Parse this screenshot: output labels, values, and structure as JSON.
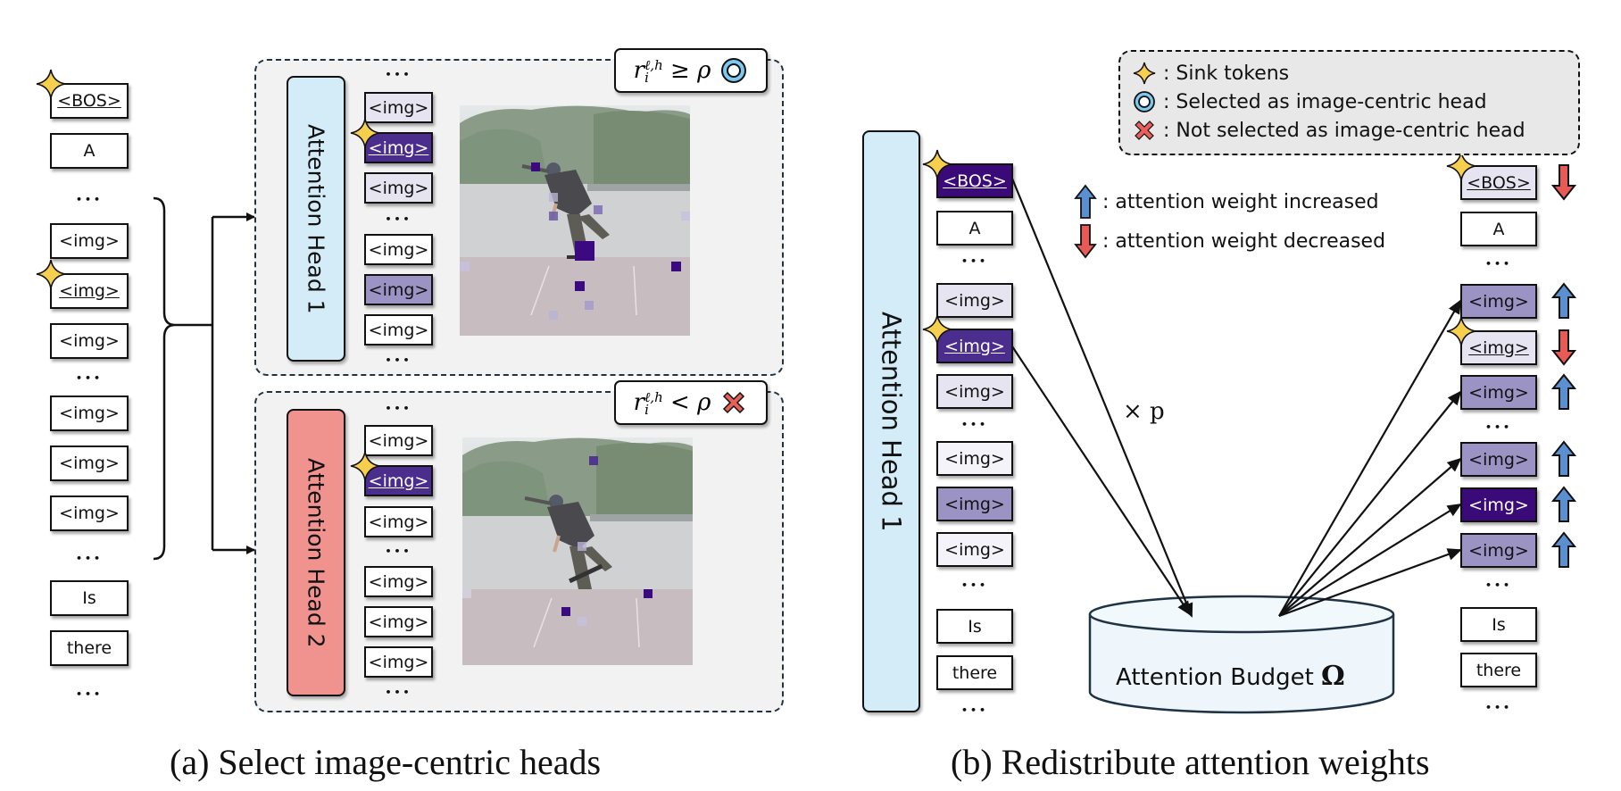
{
  "panel_a": {
    "caption": "(a) Select image-centric heads",
    "input_tokens": [
      {
        "type": "token",
        "label": "<BOS>",
        "sink": true
      },
      {
        "type": "token",
        "label": "A"
      },
      {
        "type": "dots",
        "label": "..."
      },
      {
        "type": "token",
        "label": "<img>"
      },
      {
        "type": "token",
        "label": "<img>",
        "sink": true
      },
      {
        "type": "token",
        "label": "<img>"
      },
      {
        "type": "dots",
        "label": "..."
      },
      {
        "type": "token",
        "label": "<img>"
      },
      {
        "type": "token",
        "label": "<img>"
      },
      {
        "type": "token",
        "label": "<img>"
      },
      {
        "type": "dots",
        "label": "..."
      },
      {
        "type": "token",
        "label": "Is"
      },
      {
        "type": "token",
        "label": "there"
      },
      {
        "type": "dots",
        "label": "..."
      }
    ],
    "heads": [
      {
        "label": "Attention Head 1",
        "color": "#d3ecf8",
        "condition": "r_i^{ℓ,h} ≥ ρ",
        "condition_parts": {
          "r": "r",
          "sup": "ℓ,h",
          "sub": "i",
          "op": "≥",
          "rho": "ρ"
        },
        "status_icon": "selected-circle-icon",
        "tokens": [
          {
            "type": "dots",
            "label": "..."
          },
          {
            "type": "token",
            "label": "<img>",
            "shade": 2
          },
          {
            "type": "token",
            "label": "<img>",
            "shade": 4,
            "sink": true
          },
          {
            "type": "token",
            "label": "<img>",
            "shade": 2
          },
          {
            "type": "dots",
            "label": "..."
          },
          {
            "type": "token",
            "label": "<img>",
            "shade": 0
          },
          {
            "type": "token",
            "label": "<img>",
            "shade": 3
          },
          {
            "type": "token",
            "label": "<img>",
            "shade": 0
          },
          {
            "type": "dots",
            "label": "..."
          }
        ]
      },
      {
        "label": "Attention Head 2",
        "color": "#f0928d",
        "condition": "r_i^{ℓ,h} < ρ",
        "condition_parts": {
          "r": "r",
          "sup": "ℓ,h",
          "sub": "i",
          "op": "<",
          "rho": "ρ"
        },
        "status_icon": "not-selected-x-icon",
        "tokens": [
          {
            "type": "dots",
            "label": "..."
          },
          {
            "type": "token",
            "label": "<img>",
            "shade": 0
          },
          {
            "type": "token",
            "label": "<img>",
            "shade": 4,
            "sink": true
          },
          {
            "type": "token",
            "label": "<img>",
            "shade": 0
          },
          {
            "type": "dots",
            "label": "..."
          },
          {
            "type": "token",
            "label": "<img>",
            "shade": 0
          },
          {
            "type": "token",
            "label": "<img>",
            "shade": 0
          },
          {
            "type": "token",
            "label": "<img>",
            "shade": 0
          },
          {
            "type": "dots",
            "label": "..."
          }
        ]
      }
    ]
  },
  "panel_b": {
    "caption": "(b) Redistribute attention weights",
    "head_label": "Attention Head 1",
    "head_color": "#d3ecf8",
    "legend": [
      {
        "icon": "sink-star-icon",
        "label": ": Sink tokens"
      },
      {
        "icon": "selected-circle-icon",
        "label": ": Selected as image-centric head"
      },
      {
        "icon": "not-selected-x-icon",
        "label": ": Not selected as image-centric head"
      }
    ],
    "arrow_legend": [
      {
        "icon": "up-arrow-icon",
        "label": ": attention weight increased"
      },
      {
        "icon": "down-arrow-icon",
        "label": ": attention weight decreased"
      }
    ],
    "multiplier_label": "× p",
    "budget_label": "Attention Budget",
    "budget_symbol": "Ω",
    "before_tokens": [
      {
        "type": "token",
        "label": "<BOS>",
        "shade": 5,
        "sink": true
      },
      {
        "type": "token",
        "label": "A",
        "shade": 0
      },
      {
        "type": "dots",
        "label": "..."
      },
      {
        "type": "token",
        "label": "<img>",
        "shade": 2
      },
      {
        "type": "token",
        "label": "<img>",
        "shade": 4,
        "sink": true
      },
      {
        "type": "token",
        "label": "<img>",
        "shade": 2
      },
      {
        "type": "dots",
        "label": "..."
      },
      {
        "type": "token",
        "label": "<img>",
        "shade": 1
      },
      {
        "type": "token",
        "label": "<img>",
        "shade": 3
      },
      {
        "type": "token",
        "label": "<img>",
        "shade": 1
      },
      {
        "type": "dots",
        "label": "..."
      },
      {
        "type": "token",
        "label": "Is",
        "shade": 0
      },
      {
        "type": "token",
        "label": "there",
        "shade": 0
      },
      {
        "type": "dots",
        "label": "..."
      }
    ],
    "after_tokens": [
      {
        "type": "token",
        "label": "<BOS>",
        "shade": 2,
        "sink": true,
        "change": "down"
      },
      {
        "type": "token",
        "label": "A",
        "shade": 0
      },
      {
        "type": "dots",
        "label": "..."
      },
      {
        "type": "token",
        "label": "<img>",
        "shade": 3,
        "change": "up"
      },
      {
        "type": "token",
        "label": "<img>",
        "shade": 2,
        "sink": true,
        "change": "down"
      },
      {
        "type": "token",
        "label": "<img>",
        "shade": 3,
        "change": "up"
      },
      {
        "type": "dots",
        "label": "..."
      },
      {
        "type": "token",
        "label": "<img>",
        "shade": 3,
        "change": "up"
      },
      {
        "type": "token",
        "label": "<img>",
        "shade": 5,
        "change": "up"
      },
      {
        "type": "token",
        "label": "<img>",
        "shade": 3,
        "change": "up"
      },
      {
        "type": "dots",
        "label": "..."
      },
      {
        "type": "token",
        "label": "Is",
        "shade": 0
      },
      {
        "type": "token",
        "label": "there",
        "shade": 0
      },
      {
        "type": "dots",
        "label": "..."
      }
    ]
  },
  "colors": {
    "up_arrow": "#5b8fd0",
    "down_arrow": "#e85a55",
    "star": "#f7cf4f",
    "circle": "#7cc8ee",
    "x_mark": "#e8605a"
  }
}
